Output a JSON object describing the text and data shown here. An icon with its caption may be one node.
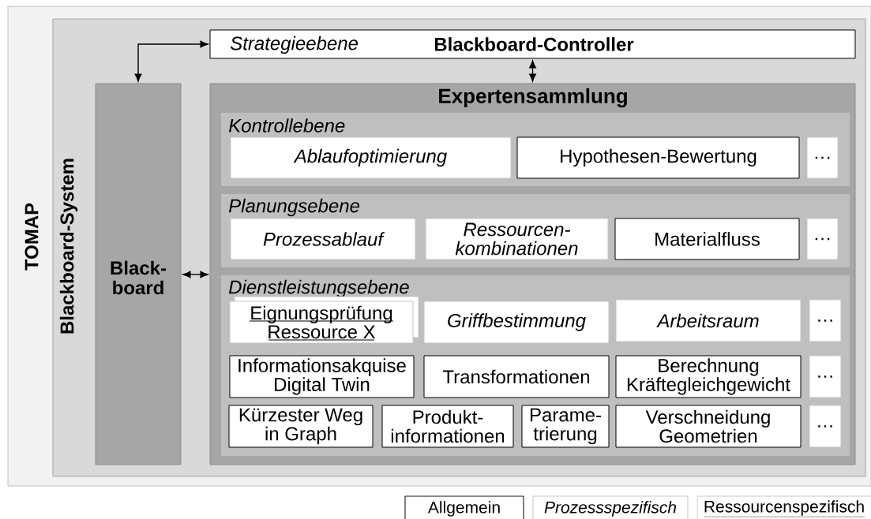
{
  "diagram": {
    "nodes": [
      {
        "text": [
          "TOMAP"
        ]
      },
      {
        "text": [
          "Blackboard-System"
        ],
        "in": 0
      },
      {
        "text": [
          "Strategieebene",
          "Blackboard-Controller"
        ],
        "in": 1
      },
      {
        "text": [
          "Black- board"
        ],
        "in": 1
      },
      {
        "text": [
          "Expertensammlung"
        ],
        "in": 1
      },
      {
        "text": [
          "Kontrollebene"
        ],
        "in": 4
      },
      {
        "text": [
          "Ablaufoptimierung"
        ],
        "in": 5
      },
      {
        "text": [
          "Hypothesen-Bewertung"
        ],
        "in": 5
      },
      {
        "text": [
          "…"
        ],
        "in": 5
      },
      {
        "text": [
          "Planungsebene"
        ],
        "in": 4
      },
      {
        "text": [
          "Prozessablauf"
        ],
        "in": 9
      },
      {
        "text": [
          "Ressourcen- kombinationen"
        ],
        "in": 9
      },
      {
        "text": [
          "Materialfluss"
        ],
        "in": 9
      },
      {
        "text": [
          "…"
        ],
        "in": 9
      },
      {
        "text": [
          "Dienstleistungsebene"
        ],
        "in": 4
      },
      {
        "text": [
          "Eignungsprüfung Ressource X"
        ],
        "in": 14
      },
      {
        "text": [
          "Griffbestimmung"
        ],
        "in": 14
      },
      {
        "text": [
          "Arbeitsraum"
        ],
        "in": 14
      },
      {
        "text": [
          "…"
        ],
        "in": 14
      },
      {
        "text": [
          "Informationsakquise Digital Twin"
        ],
        "in": 14
      },
      {
        "text": [
          "Transformationen"
        ],
        "in": 14
      },
      {
        "text": [
          "Berechnung Kräftegleichgewicht"
        ],
        "in": 14
      },
      {
        "text": [
          "…"
        ],
        "in": 14
      },
      {
        "text": [
          "Kürzester Weg in Graph"
        ],
        "in": 14
      },
      {
        "text": [
          "Produkt- informationen"
        ],
        "in": 14
      },
      {
        "text": [
          "Parame- trierung"
        ],
        "in": 14
      },
      {
        "text": [
          "Verschneidung Geometrien"
        ],
        "in": 14
      },
      {
        "text": [
          "…"
        ],
        "in": 14
      }
    ],
    "edges": [
      {
        "from": 3,
        "to": 2,
        "arrow": "both"
      },
      {
        "from": 2,
        "to": 4,
        "arrow": "both"
      },
      {
        "from": 3,
        "to": 4,
        "arrow": "both"
      }
    ],
    "legend": [
      {
        "text": "Allgemein"
      },
      {
        "text": "Prozessspezifisch"
      },
      {
        "text": "Ressourcenspezifisch"
      }
    ]
  }
}
